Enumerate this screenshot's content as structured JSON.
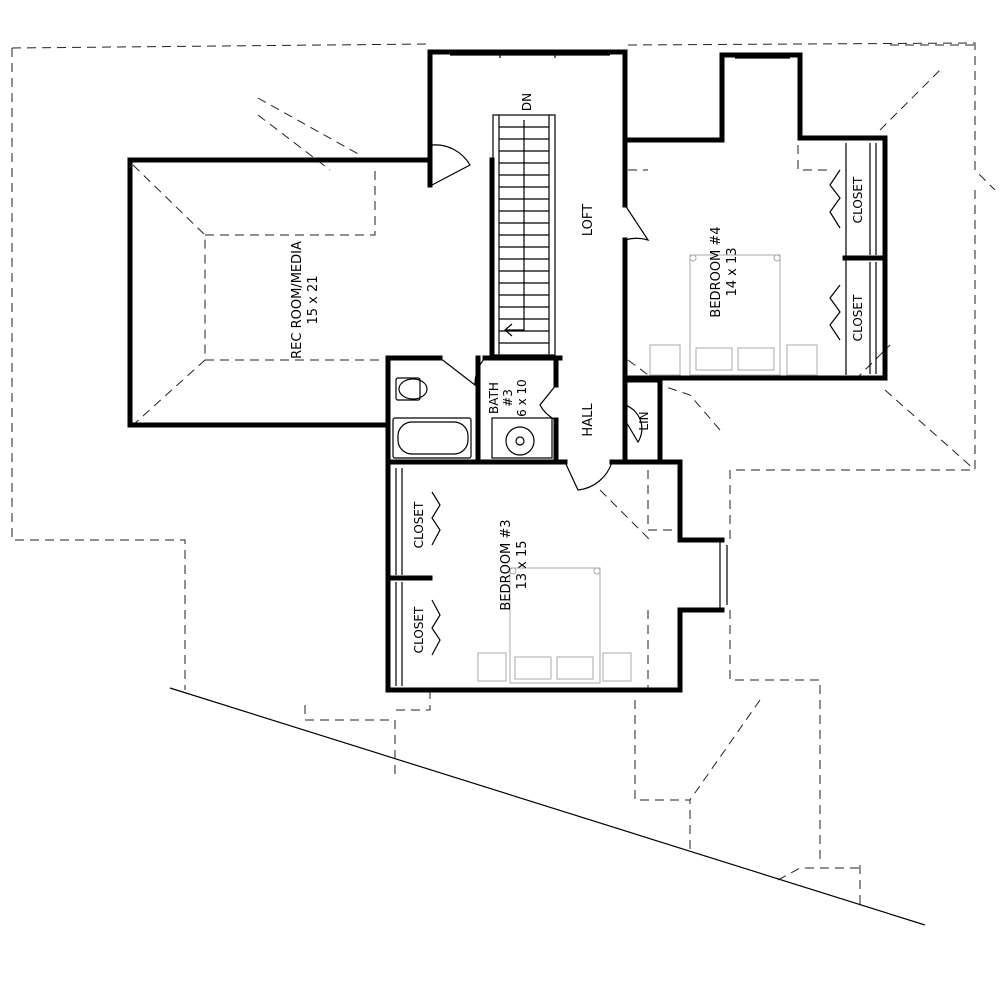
{
  "rooms": {
    "rec_room": {
      "name": "REC ROOM/MEDIA",
      "size": "15 x 21"
    },
    "bedroom4": {
      "name": "BEDROOM #4",
      "size": "14 x 13"
    },
    "bedroom3": {
      "name": "BEDROOM #3",
      "size": "13 x 15"
    },
    "bath3": {
      "name": "BATH",
      "number": "#3",
      "size": "6 x 10"
    },
    "loft": {
      "name": "LOFT"
    },
    "hall": {
      "name": "HALL"
    },
    "linen": {
      "name": "LIN"
    },
    "closets": [
      "CLOSET",
      "CLOSET",
      "CLOSET",
      "CLOSET"
    ],
    "stair": {
      "label": "DN"
    }
  }
}
